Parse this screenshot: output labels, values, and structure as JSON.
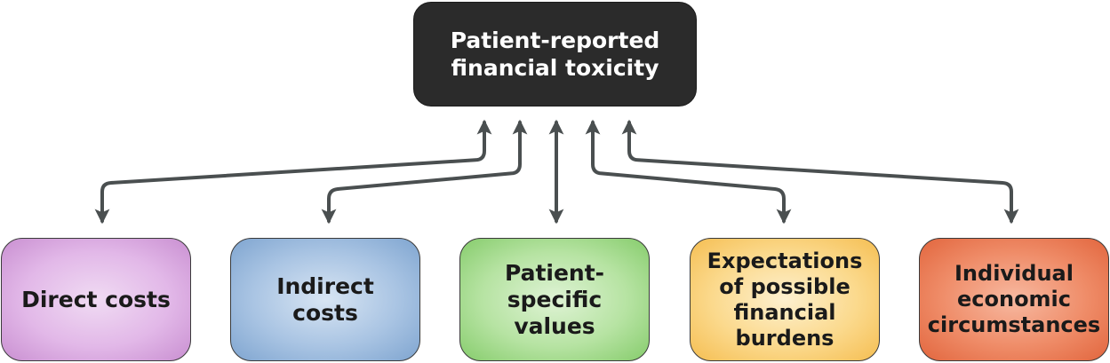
{
  "diagram": {
    "top": {
      "label": "Patient-reported financial toxicity"
    },
    "factors": [
      {
        "label": "Direct costs"
      },
      {
        "label": "Indirect costs"
      },
      {
        "label": "Patient-specific values"
      },
      {
        "label": "Expectations of possible financial burdens"
      },
      {
        "label": "Individual economic circumstances"
      }
    ],
    "colors": {
      "top_box": "#2b2b2b",
      "connector": "#4a4f50",
      "direct_costs": "#e2b8e8",
      "indirect_costs": "#a9c4e3",
      "patient_values": "#b6e3a2",
      "expectations": "#fbd98c",
      "economic_circumstances": "#ef8c68"
    }
  }
}
